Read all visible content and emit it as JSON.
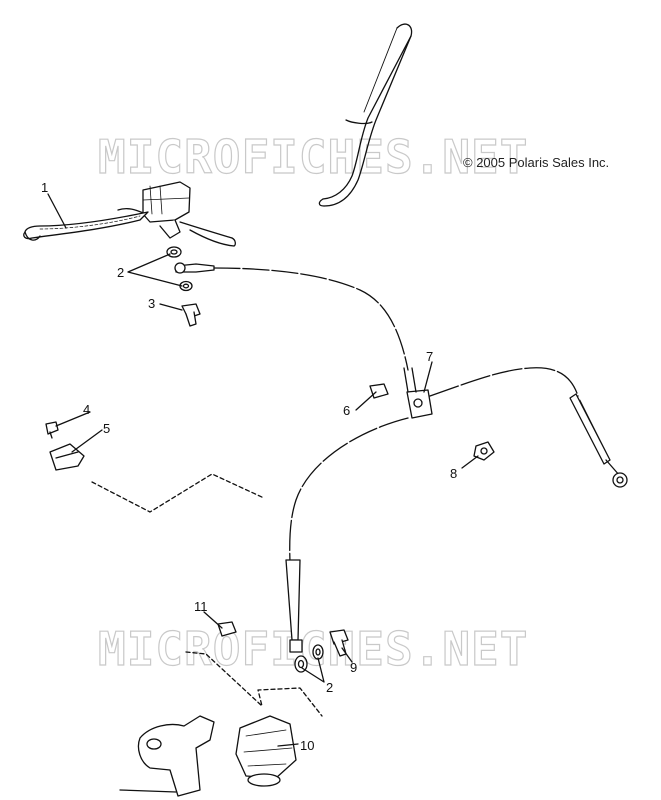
{
  "watermark": {
    "text": "MICROFICHES.NET"
  },
  "copyright": "© 2005 Polaris Sales Inc.",
  "callouts": [
    {
      "id": "c1",
      "label": "1"
    },
    {
      "id": "c2a",
      "label": "2"
    },
    {
      "id": "c3",
      "label": "3"
    },
    {
      "id": "c4",
      "label": "4"
    },
    {
      "id": "c5",
      "label": "5"
    },
    {
      "id": "c6",
      "label": "6"
    },
    {
      "id": "c7",
      "label": "7"
    },
    {
      "id": "c8",
      "label": "8"
    },
    {
      "id": "c9",
      "label": "9"
    },
    {
      "id": "c2b",
      "label": "2"
    },
    {
      "id": "c10",
      "label": "10"
    },
    {
      "id": "c11",
      "label": "11"
    }
  ]
}
